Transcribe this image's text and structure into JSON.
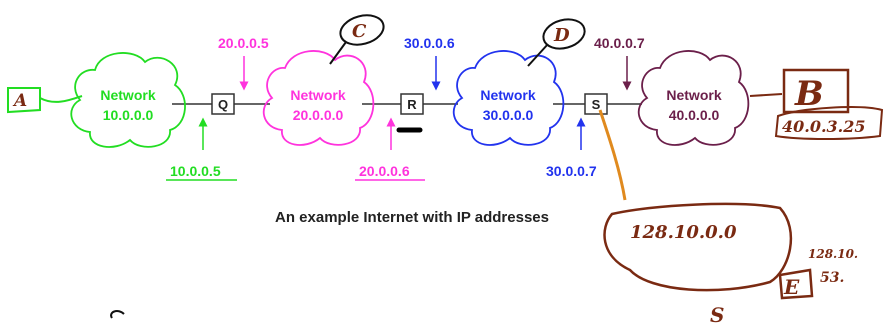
{
  "caption": "An example Internet with IP addresses",
  "networks": [
    {
      "label": "Network",
      "address": "10.0.0.0",
      "color": "#22dd22"
    },
    {
      "label": "Network",
      "address": "20.0.0.0",
      "color": "#ff33dd"
    },
    {
      "label": "Network",
      "address": "30.0.0.0",
      "color": "#2233ee"
    },
    {
      "label": "Network",
      "address": "40.0.0.0",
      "color": "#6b1f4a"
    }
  ],
  "routers": [
    "Q",
    "R",
    "S"
  ],
  "interface_addresses": {
    "q_top": "20.0.0.5",
    "q_bottom": "10.0.0.5",
    "r_top": "30.0.0.6",
    "r_bottom": "20.0.0.6",
    "s_top": "40.0.0.7",
    "s_bottom": "30.0.0.7"
  },
  "annotations": {
    "host_a": "A",
    "host_b": "B",
    "host_b_address": "40.0.3.25",
    "host_c": "C",
    "host_d": "D",
    "host_e": "E",
    "extra_network": "128.10.0.0",
    "host_e_address_partial": "128.10.",
    "host_e_address_partial2": "53.",
    "bottom_scribble": "S"
  },
  "colors": {
    "annotation_ink": "#7a2a12",
    "orange_link": "#e08a1e",
    "text_dark": "#222222"
  }
}
